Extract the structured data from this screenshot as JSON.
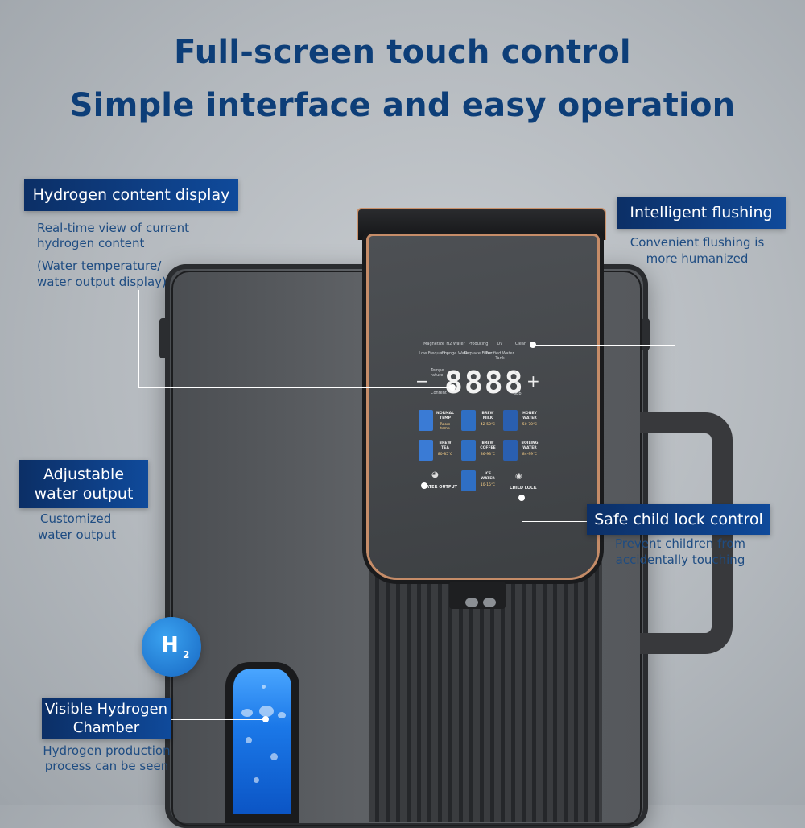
{
  "headline": {
    "line1": "Full-screen touch control",
    "line2": "Simple interface and easy operation"
  },
  "callouts": {
    "hydrogen_display": {
      "title": "Hydrogen content display",
      "desc1": "Real-time view of current",
      "desc2": "hydrogen content",
      "desc3": "(Water temperature/",
      "desc4": "water output display)"
    },
    "flushing": {
      "title": "Intelligent flushing",
      "desc1": "Convenient flushing is",
      "desc2": "more humanized"
    },
    "water_output": {
      "title1": "Adjustable",
      "title2": "water output",
      "desc1": "Customized",
      "desc2": "water output"
    },
    "child_lock": {
      "title": "Safe child lock control",
      "desc1": "Prevent children from",
      "desc2": "accidentally touching"
    },
    "chamber": {
      "title1": "Visible Hydrogen",
      "title2": "Chamber",
      "desc1": "Hydrogen production",
      "desc2": "process can be seen"
    }
  },
  "badge": {
    "h": "H",
    "sub": "2"
  },
  "panel": {
    "status_top": [
      "Magnetize",
      "H2 Water",
      "Producing",
      "UV",
      "Clean"
    ],
    "status_bottom": [
      "Low Frequency",
      "Change Water",
      "Replace Filter",
      "Purified Water Tank"
    ],
    "digits": "8888",
    "minus": "−",
    "plus": "+",
    "temp_label": "Tempe rature",
    "content_label": "Content",
    "unit_c": "℃",
    "unit_ml": "ml",
    "unit_ppb": "ppb",
    "modes": [
      {
        "name": "NORMAL TEMP",
        "range": "Room temp",
        "color": "#3a7bd5"
      },
      {
        "name": "BREW MILK",
        "range": "42-50℃",
        "color": "#2f6fc4"
      },
      {
        "name": "HONEY WATER",
        "range": "50-70℃",
        "color": "#2a5fb0"
      },
      {
        "name": "BREW TEA",
        "range": "80-85℃",
        "color": "#3a7bd5"
      },
      {
        "name": "BREW COFFEE",
        "range": "86-93℃",
        "color": "#2f6fc4"
      },
      {
        "name": "BOILING WATER",
        "range": "84-99℃",
        "color": "#2a5fb0"
      },
      {
        "name": "ICE WATER",
        "range": "10-15℃",
        "color": "#2f6fc4"
      }
    ],
    "water_output": "WATER OUTPUT",
    "child_lock": "CHILD LOCK"
  },
  "colors": {
    "headline": "#0d3e78",
    "label_bg": "#0f4a9b",
    "accent_trim": "#c58c68"
  }
}
